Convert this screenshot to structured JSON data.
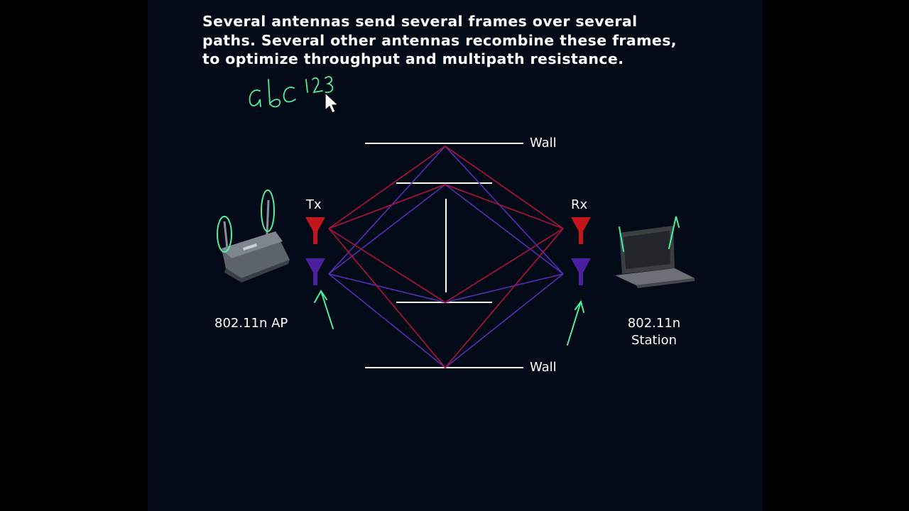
{
  "heading": {
    "lines": [
      "Several antennas send several frames over several",
      "paths. Several other antennas recombine these frames,",
      "to optimize throughput and multipath resistance."
    ]
  },
  "handwriting": "abc123",
  "labels": {
    "wall_top": "Wall",
    "wall_bottom": "Wall",
    "tx": "Tx",
    "rx": "Rx",
    "ap": "802.11n AP",
    "station_line1": "802.11n",
    "station_line2": "Station"
  },
  "colors": {
    "background": "#020a17",
    "path_red": "#b3123a",
    "path_purple": "#5a2bb8",
    "antenna_red": "#c4161c",
    "antenna_purple": "#4b1fa0",
    "annotation_green": "#4ef0a0",
    "text": "#ffffff"
  },
  "icons": {
    "ap": "wireless-router-icon",
    "station": "laptop-icon",
    "pointer": "mouse-cursor-icon"
  }
}
